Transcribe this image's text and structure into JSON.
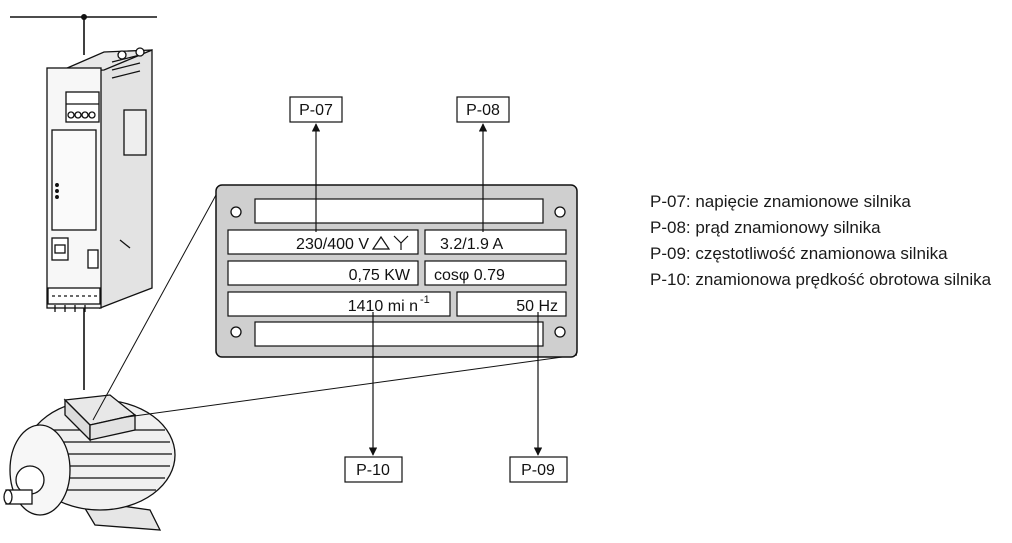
{
  "plate": {
    "voltage": "230/400 V",
    "current": "3.2/1.9  A",
    "power": "0,75 KW",
    "cosphi": "cosφ 0.79",
    "speed": "1410 mi n",
    "speed_exp": "-1",
    "frequency": "50 Hz"
  },
  "tags": {
    "p07": "P-07",
    "p08": "P-08",
    "p09": "P-09",
    "p10": "P-10"
  },
  "legend": [
    {
      "text": "P-07: napięcie znamionowe silnika"
    },
    {
      "text": "P-08: prąd znamionowy silnika"
    },
    {
      "text": "P-09: częstotliwość znamionowa silnika"
    },
    {
      "text": "P-10: znamionowa prędkość obrotowa silnika"
    }
  ],
  "colors": {
    "plate_fill": "#cfcfcf",
    "device_body": "#f2f2f2",
    "line": "#111111"
  }
}
